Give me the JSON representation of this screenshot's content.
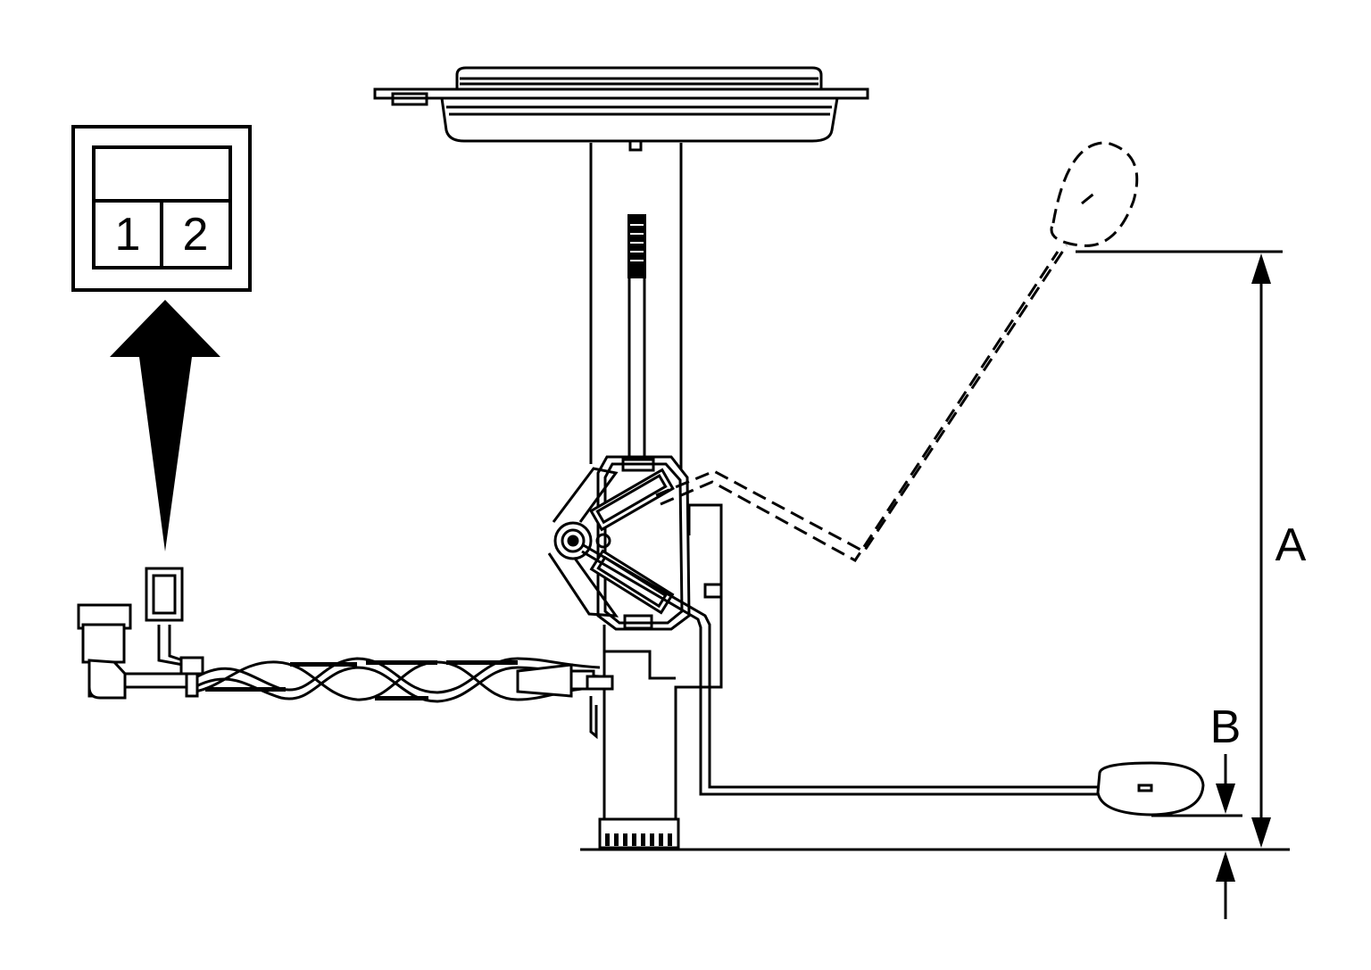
{
  "connector": {
    "pins": [
      "1",
      "2"
    ]
  },
  "dimensions": {
    "a_label": "A",
    "b_label": "B"
  },
  "colors": {
    "ink": "#000000",
    "paper": "#ffffff"
  }
}
